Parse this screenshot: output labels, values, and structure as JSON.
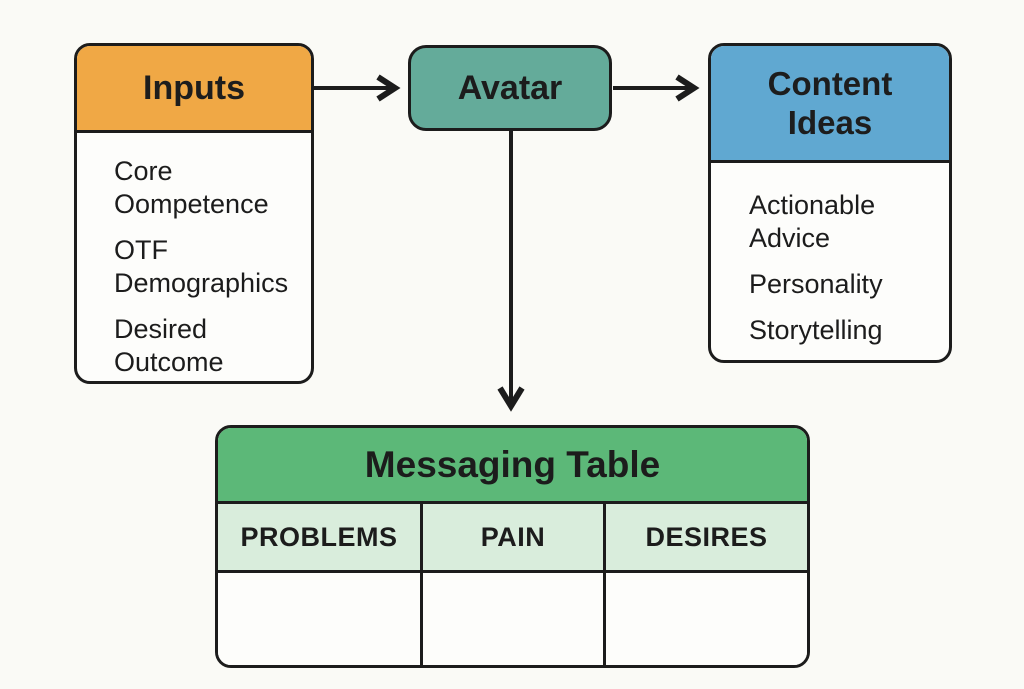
{
  "diagram": {
    "background": "#fafaf6",
    "stroke_color": "#1c1c1c",
    "nodes": {
      "inputs": {
        "title": "Inputs",
        "header_color": "#F0A845",
        "items": [
          "Core Oompetence",
          "OTF Demographics",
          "Desired Outcome"
        ]
      },
      "avatar": {
        "title": "Avatar",
        "fill_color": "#64AB9A"
      },
      "content_ideas": {
        "title": "Content Ideas",
        "header_color": "#60A8D1",
        "items": [
          "Actionable Advice",
          "Personality",
          "Storytelling"
        ]
      },
      "messaging_table": {
        "title": "Messaging Table",
        "header_color": "#5CB878",
        "column_header_color": "#D9EDDC",
        "columns": [
          "PROBLEMS",
          "PAIN",
          "DESIRES"
        ],
        "body_rows": [
          [
            "",
            "",
            ""
          ]
        ]
      }
    },
    "edges": [
      {
        "from": "inputs",
        "to": "avatar"
      },
      {
        "from": "avatar",
        "to": "content_ideas"
      },
      {
        "from": "avatar",
        "to": "messaging_table"
      }
    ]
  }
}
